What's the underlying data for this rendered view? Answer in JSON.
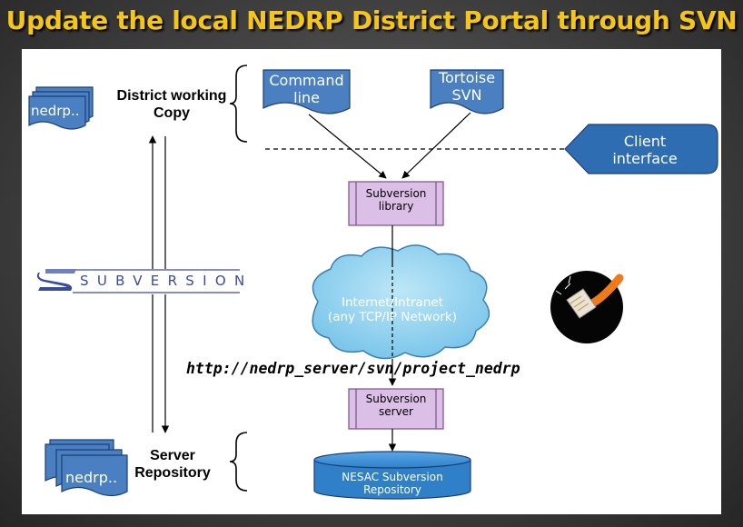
{
  "title": "Update the local NEDRP District Portal through SVN",
  "district_copy": {
    "doc_label": "nedrp..",
    "label_line1": "District working",
    "label_line2": "Copy"
  },
  "server_repo": {
    "doc_label": "nedrp..",
    "label_line1": "Server",
    "label_line2": "Repository"
  },
  "subversion_logo": {
    "text": "SUBVERSION"
  },
  "clients": {
    "command_line": {
      "line1": "Command",
      "line2": "line"
    },
    "tortoise": {
      "line1": "Tortoise",
      "line2": "SVN"
    },
    "client_interface": {
      "line1": "Client",
      "line2": "interface"
    }
  },
  "subversion_library": {
    "line1": "Subversion",
    "line2": "library"
  },
  "network": {
    "line1": "Internet/Intranet",
    "line2": "(any TCP/IP Network)"
  },
  "url": "http://nedrp_server/svn/project_nedrp",
  "subversion_server": {
    "line1": "Subversion",
    "line2": "server"
  },
  "repository": {
    "label": "NESAC Subversion Repository"
  },
  "colors": {
    "title": "#f5c518",
    "doc_fill": "#4a7fc1",
    "box_fill": "#dcbfe6",
    "box_stroke": "#7a4f8a",
    "cloud_fill": "#8fd0ec",
    "cloud_stroke": "#3a7fb0",
    "repo_fill": "#2f80c9",
    "logo_blue": "#3a4b9a"
  }
}
